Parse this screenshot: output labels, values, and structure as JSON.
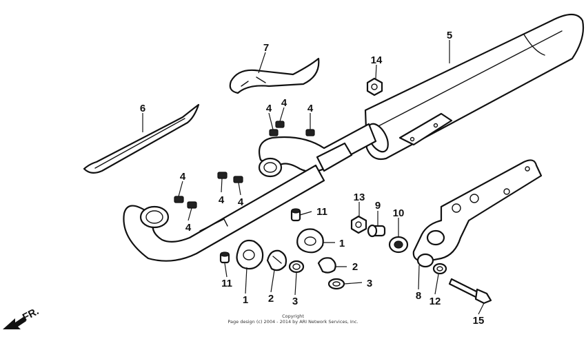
{
  "diagram": {
    "callouts": {
      "c1a": "1",
      "c1b": "1",
      "c2a": "2",
      "c2b": "2",
      "c3a": "3",
      "c3b": "3",
      "c4a": "4",
      "c4b": "4",
      "c4c": "4",
      "c4d": "4",
      "c4e": "4",
      "c4f": "4",
      "c4g": "4",
      "c5": "5",
      "c6": "6",
      "c7": "7",
      "c8": "8",
      "c9": "9",
      "c10": "10",
      "c11a": "11",
      "c11b": "11",
      "c12": "12",
      "c13": "13",
      "c14": "14",
      "c15": "15"
    },
    "front_marker": "FR.",
    "copyright_line1": "Copyright",
    "copyright_line2": "Page design (c) 2004 - 2014 by ARI Network Services, Inc."
  }
}
